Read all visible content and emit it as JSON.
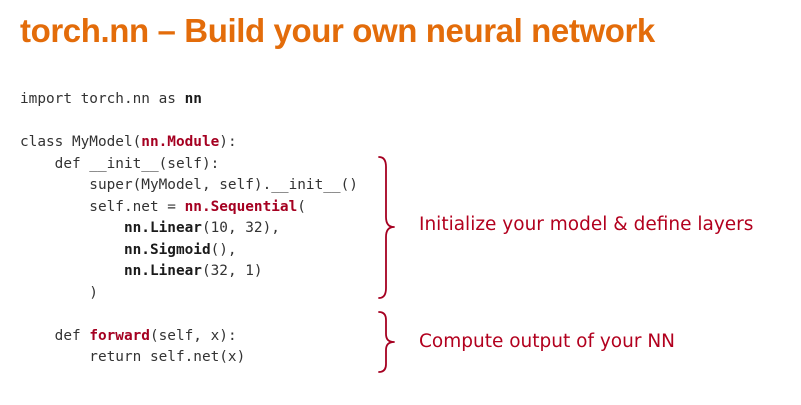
{
  "slide": {
    "title": "torch.nn – Build your own neural network",
    "code_lines": [
      [
        {
          "text": "import torch.nn as ",
          "style": "t"
        },
        {
          "text": "nn",
          "style": "b"
        }
      ],
      [
        {
          "text": "",
          "style": "t"
        }
      ],
      [
        {
          "text": "class MyModel(",
          "style": "t"
        },
        {
          "text": "nn.Module",
          "style": "r"
        },
        {
          "text": "):",
          "style": "t"
        }
      ],
      [
        {
          "text": "    def __init__(self):",
          "style": "t"
        }
      ],
      [
        {
          "text": "        super(MyModel, self).__init__()",
          "style": "t"
        }
      ],
      [
        {
          "text": "        self.net = ",
          "style": "t"
        },
        {
          "text": "nn.Sequential",
          "style": "r"
        },
        {
          "text": "(",
          "style": "t"
        }
      ],
      [
        {
          "text": "            ",
          "style": "t"
        },
        {
          "text": "nn.Linear",
          "style": "b"
        },
        {
          "text": "(10, 32),",
          "style": "t"
        }
      ],
      [
        {
          "text": "            ",
          "style": "t"
        },
        {
          "text": "nn.Sigmoid",
          "style": "b"
        },
        {
          "text": "(),",
          "style": "t"
        }
      ],
      [
        {
          "text": "            ",
          "style": "t"
        },
        {
          "text": "nn.Linear",
          "style": "b"
        },
        {
          "text": "(32, 1)",
          "style": "t"
        }
      ],
      [
        {
          "text": "        )",
          "style": "t"
        }
      ],
      [
        {
          "text": "",
          "style": "t"
        }
      ],
      [
        {
          "text": "    def ",
          "style": "t"
        },
        {
          "text": "forward",
          "style": "r"
        },
        {
          "text": "(self, x):",
          "style": "t"
        }
      ],
      [
        {
          "text": "        return self.net(x)",
          "style": "t"
        }
      ]
    ],
    "annotations": {
      "init": "Initialize your model & define layers",
      "forward": "Compute output of your NN"
    },
    "colors": {
      "title": "#e36c0a",
      "highlight": "#a50021",
      "annotation": "#b2001e",
      "code": "#333333"
    }
  }
}
